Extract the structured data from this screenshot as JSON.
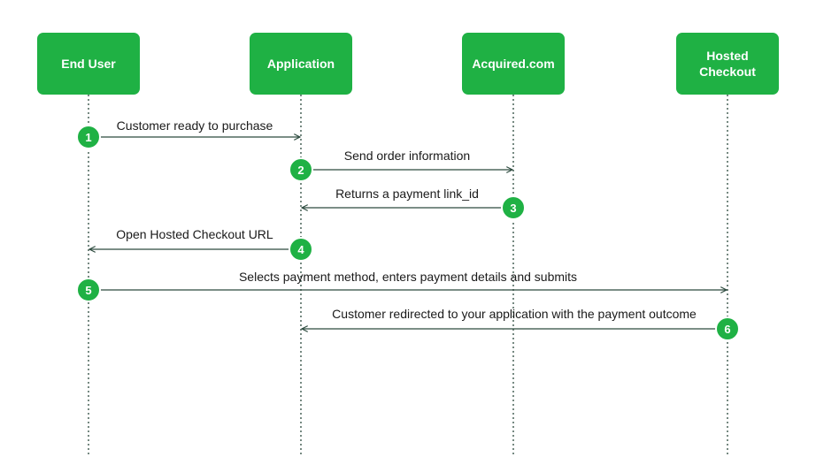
{
  "colors": {
    "actor_fill": "#1fb144",
    "badge_fill": "#1fb144",
    "lifeline": "#2c4a3e",
    "arrow": "#2c4a3e"
  },
  "actors": [
    {
      "id": "end-user",
      "label": "End User"
    },
    {
      "id": "application",
      "label": "Application"
    },
    {
      "id": "acquired",
      "label": "Acquired.com"
    },
    {
      "id": "hosted-checkout",
      "label": "Hosted\nCheckout"
    }
  ],
  "messages": [
    {
      "step": "1",
      "from": 0,
      "to": 1,
      "label": "Customer ready to purchase"
    },
    {
      "step": "2",
      "from": 1,
      "to": 2,
      "label": "Send order information"
    },
    {
      "step": "3",
      "from": 2,
      "to": 1,
      "label": "Returns a payment link_id"
    },
    {
      "step": "4",
      "from": 1,
      "to": 0,
      "label": "Open Hosted Checkout URL"
    },
    {
      "step": "5",
      "from": 0,
      "to": 3,
      "label": "Selects payment method, enters payment details and submits"
    },
    {
      "step": "6",
      "from": 3,
      "to": 1,
      "label": "Customer redirected to your application with the payment outcome"
    }
  ]
}
